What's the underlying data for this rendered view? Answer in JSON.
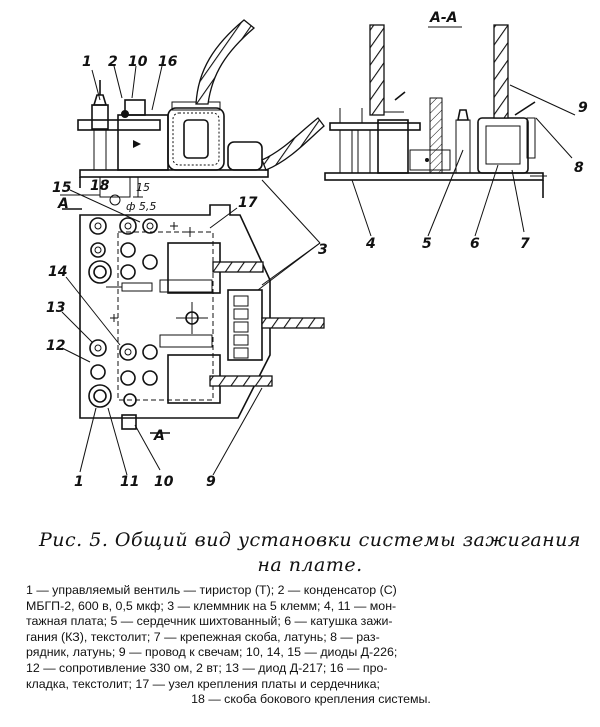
{
  "figure": {
    "section_label": "А-А",
    "arrow_label_top": "А",
    "arrow_label_bottom": "А",
    "dim_15": "15",
    "dim_diameter": "ф 5,5",
    "numbers": [
      "1",
      "2",
      "10",
      "16",
      "9",
      "8",
      "7",
      "6",
      "5",
      "4",
      "3",
      "15",
      "18",
      "17",
      "14",
      "13",
      "12",
      "1",
      "11",
      "10",
      "9"
    ]
  },
  "caption": {
    "title_line1": "Рис. 5. Общий вид установки системы зажигания",
    "title_line2": "на плате."
  },
  "legend": {
    "lines": [
      "1 — управляемый вентиль — тиристор (Т); 2 — конденсатор (С)",
      "МБГП-2, 600 в, 0,5 мкф; 3 — клеммник на 5 клемм; 4, 11 — мон-",
      "тажная плата; 5 — сердечник шихтованный; 6 — катушка зажи-",
      "гания (КЗ), текстолит; 7 — крепежная скоба, латунь; 8 — раз-",
      "рядник, латунь; 9 — провод к свечам; 10, 14, 15 — диоды Д-226;",
      "12 — сопротивление 330 ом, 2 вт; 13 — диод Д-217; 16 — про-",
      "кладка, текстолит; 17 — узел крепления платы и сердечника;",
      "18 — скоба бокового крепления системы."
    ]
  }
}
